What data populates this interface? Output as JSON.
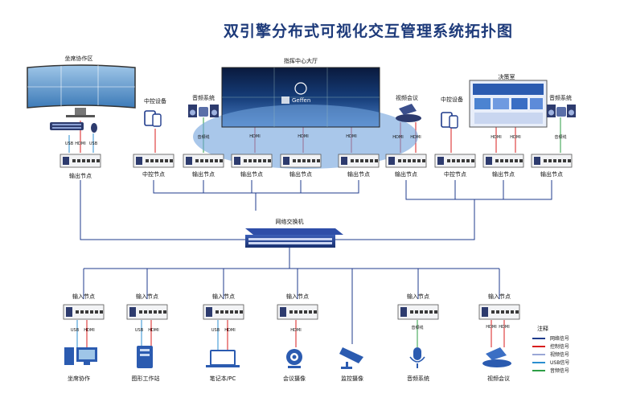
{
  "title": "双引擎分布式可视化交互管理系统拓扑图",
  "colors": {
    "network": "#1f3b8c",
    "control": "#d81e1e",
    "video": "#9aa7d6",
    "usb": "#2b8fd0",
    "audio": "#2e9e46"
  },
  "areas": {
    "seat_area": "坐席协作区",
    "command_hall": "指挥中心大厅",
    "decision_room": "决策室"
  },
  "switch_label": "网络交换机",
  "top_devices": {
    "central_control_1": "中控设备",
    "audio_system_1": "音频系统",
    "video_conf": "视频会议",
    "central_control_2": "中控设备",
    "audio_system_2": "音频系统"
  },
  "top_nodes": [
    {
      "label": "输出节点"
    },
    {
      "label": "中控节点"
    },
    {
      "label": "输出节点"
    },
    {
      "label": "输出节点"
    },
    {
      "label": "输出节点"
    },
    {
      "label": "输出节点"
    },
    {
      "label": "输出节点"
    },
    {
      "label": "中控节点"
    },
    {
      "label": "输出节点"
    },
    {
      "label": "输出节点"
    }
  ],
  "top_signals": {
    "seat": [
      "USB",
      "HDMI",
      "USB"
    ],
    "audio1": "音频线",
    "hall": [
      "HDMI",
      "HDMI",
      "HDMI"
    ],
    "conf": [
      "HDMI",
      "HDMI"
    ],
    "decision": [
      "HDMI",
      "HDMI"
    ],
    "audio2": "音频线"
  },
  "bottom_nodes": [
    {
      "label": "输入节点",
      "device": "坐席协作",
      "signals": [
        "USB",
        "HDMI"
      ],
      "icon": "pc-icon"
    },
    {
      "label": "输入节点",
      "device": "图形工作站",
      "signals": [
        "USB",
        "HDMI"
      ],
      "icon": "workstation-icon"
    },
    {
      "label": "输入节点",
      "device": "笔记本/PC",
      "signals": [
        "USB",
        "HDMI"
      ],
      "icon": "laptop-icon"
    },
    {
      "label": "输入节点",
      "device": "会议摄像",
      "signals": [
        "HDMI"
      ],
      "icon": "webcam-icon"
    },
    {
      "label": "",
      "device": "监控摄像",
      "signals": [],
      "icon": "cctv-camera-icon"
    },
    {
      "label": "输入节点",
      "device": "音频系统",
      "signals": [
        "音频线"
      ],
      "icon": "microphone-icon"
    },
    {
      "label": "输入节点",
      "device": "视频会议",
      "signals": [
        "HDMI",
        "HDMI"
      ],
      "icon": "conference-camera-icon"
    }
  ],
  "legend": {
    "title": "注释",
    "items": [
      {
        "label": "网络信号",
        "color": "#1f3b8c"
      },
      {
        "label": "控制信号",
        "color": "#d81e1e"
      },
      {
        "label": "视频信号",
        "color": "#9aa7d6"
      },
      {
        "label": "USB信号",
        "color": "#2b8fd0"
      },
      {
        "label": "音频信号",
        "color": "#2e9e46"
      }
    ]
  },
  "screen_text": {
    "brand": "Geffen"
  }
}
